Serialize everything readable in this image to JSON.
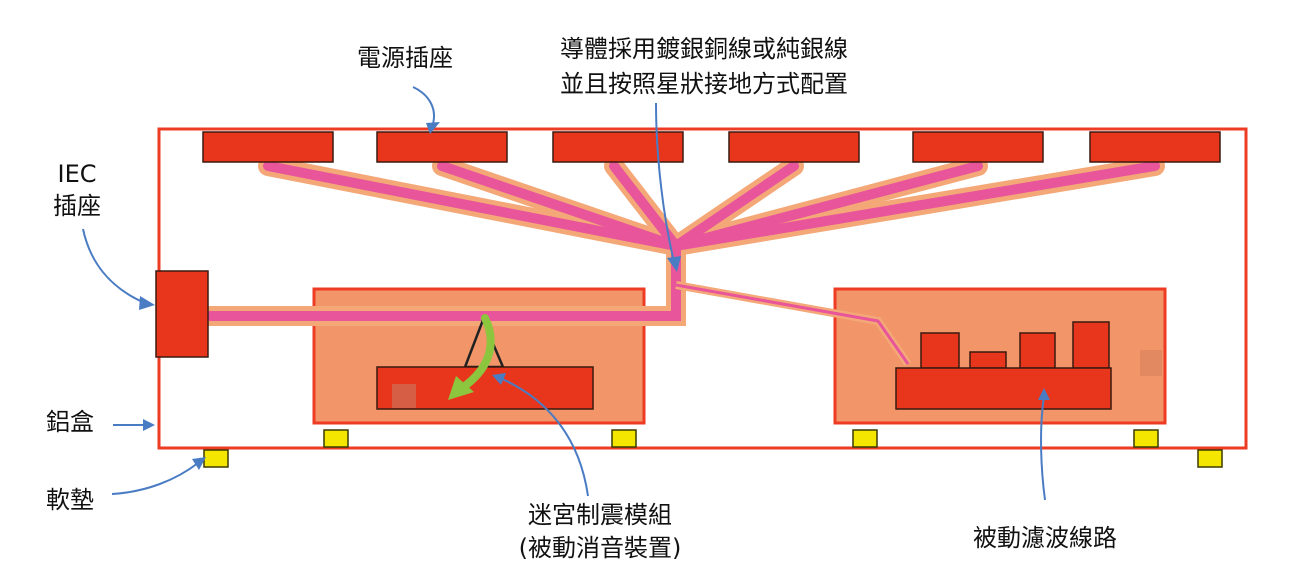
{
  "labels": {
    "power_sockets": "電源插座",
    "conductor_line1": "導體採用鍍銀銅線或純銀線",
    "conductor_line2": "並且按照星狀接地方式配置",
    "iec_line1": "IEC",
    "iec_line2": "插座",
    "aluminum_box": "鋁盒",
    "soft_pad": "軟墊",
    "maze_line1": "迷宮制震模組",
    "maze_line2": "(被動消音裝置)",
    "passive_filter": "被動濾波線路"
  },
  "colors": {
    "enclosure_border": "#ee3b24",
    "component_red": "#e8361d",
    "module_fill": "#f29568",
    "module_border": "#ee3b24",
    "star_wire": "#e8559b",
    "wire_glow": "#f4a878",
    "pad_yellow": "#f5e600",
    "arrow_blue": "#4a7cc4",
    "arrow_green": "#8cc63f"
  }
}
